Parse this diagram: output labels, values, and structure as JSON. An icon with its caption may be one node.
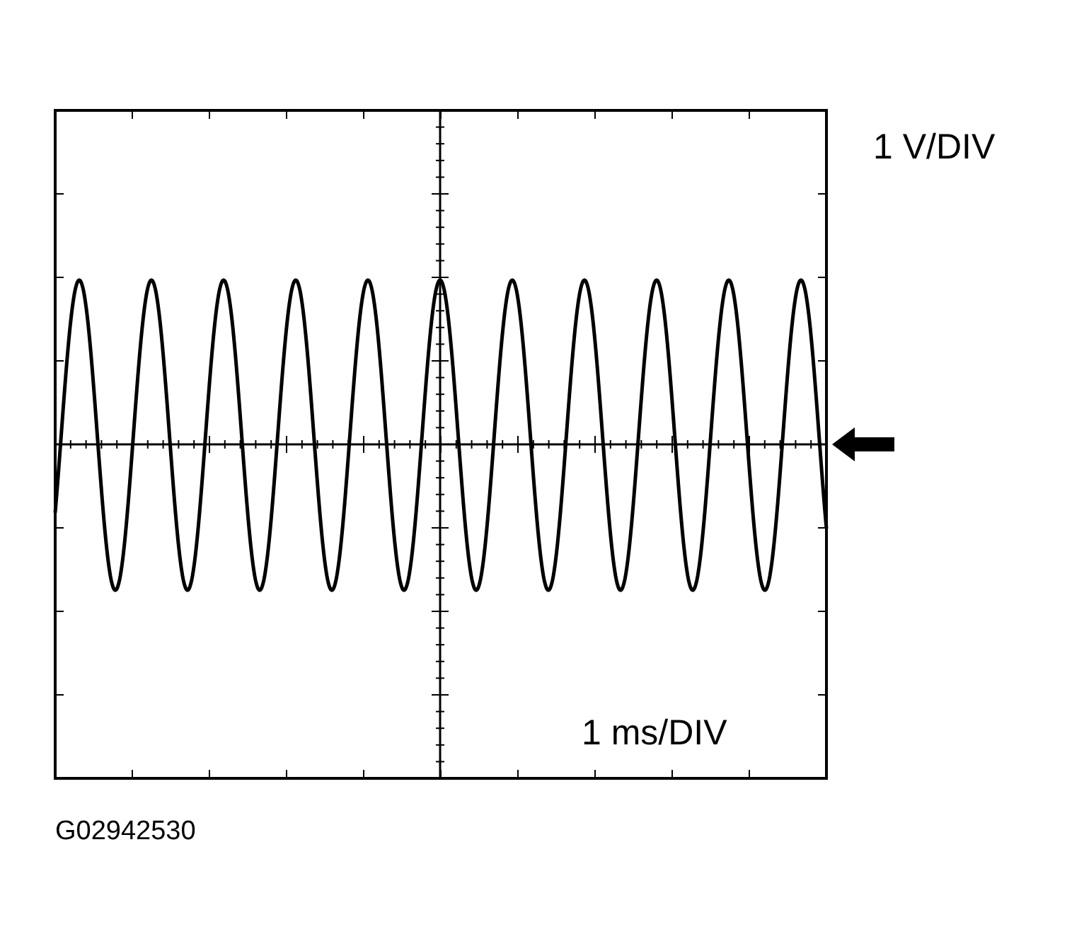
{
  "diagram": {
    "labels": [
      "1 V/DIV",
      "1 ms/DIV",
      "G02942530"
    ]
  }
}
